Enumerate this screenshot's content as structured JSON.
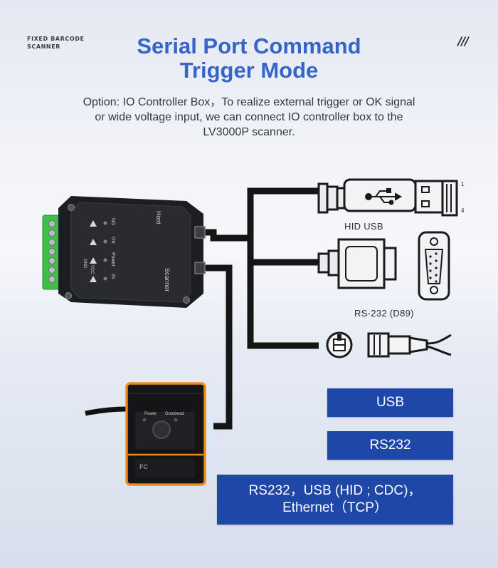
{
  "header": {
    "brand_line1": "FIXED BARCODE",
    "brand_line2": "SCANNER",
    "decoration": "///"
  },
  "title": {
    "line1": "Serial Port Command",
    "line2": "Trigger Mode"
  },
  "description": "Option: IO Controller Box，To realize external trigger or OK signal or wide voltage input, we can connect IO controller box to the LV3000P scanner.",
  "controller_box": {
    "host_label": "Host",
    "scanner_label": "Scanner",
    "led_labels": [
      "NG",
      "OK",
      "Power",
      "IN"
    ],
    "terminal_labels": [
      "GND",
      "VCC"
    ]
  },
  "scanner": {
    "button_labels": [
      "Power",
      "Goodread"
    ],
    "marking": "FC"
  },
  "connectors": {
    "usb_label": "HID USB",
    "usb_pin_first": "1",
    "usb_pin_last": "4",
    "rs232_label": "RS-232 (D89)"
  },
  "badges": {
    "usb": "USB",
    "rs232": "RS232",
    "combo_line1": "RS232，USB (HID ; CDC)，",
    "combo_line2": "Ethernet（TCP）"
  },
  "colors": {
    "title": "#3565c9",
    "badge": "#1f47a8",
    "scanner_accent": "#e98a1e",
    "terminal_green": "#3fbf4a"
  }
}
